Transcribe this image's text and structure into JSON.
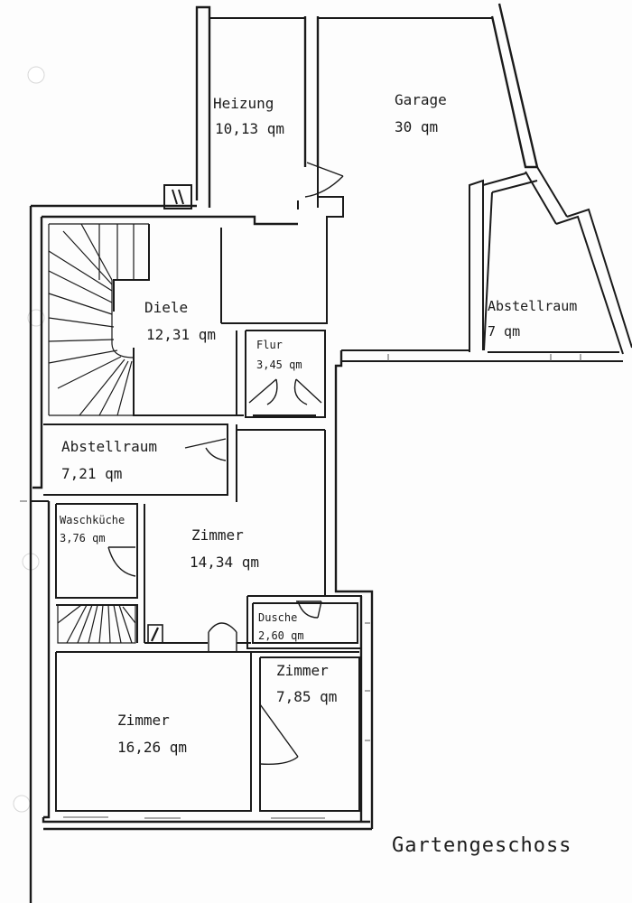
{
  "plan": {
    "title": "Gartengeschoss",
    "rooms": [
      {
        "id": "heizung",
        "name": "Heizung",
        "area": "10,13 qm"
      },
      {
        "id": "garage",
        "name": "Garage",
        "area": "30 qm"
      },
      {
        "id": "abstellraum-garage",
        "name": "Abstellraum",
        "area": "7 qm"
      },
      {
        "id": "diele",
        "name": "Diele",
        "area": "12,31 qm"
      },
      {
        "id": "flur",
        "name": "Flur",
        "area": "3,45 qm"
      },
      {
        "id": "abstellraum",
        "name": "Abstellraum",
        "area": "7,21 qm"
      },
      {
        "id": "waschkueche",
        "name": "Waschküche",
        "area": "3,76 qm"
      },
      {
        "id": "zimmer-mitte",
        "name": "Zimmer",
        "area": "14,34 qm"
      },
      {
        "id": "dusche",
        "name": "Dusche",
        "area": "2,60 qm"
      },
      {
        "id": "zimmer-klein",
        "name": "Zimmer",
        "area": "7,85 qm"
      },
      {
        "id": "zimmer-gross",
        "name": "Zimmer",
        "area": "16,26 qm"
      }
    ]
  }
}
